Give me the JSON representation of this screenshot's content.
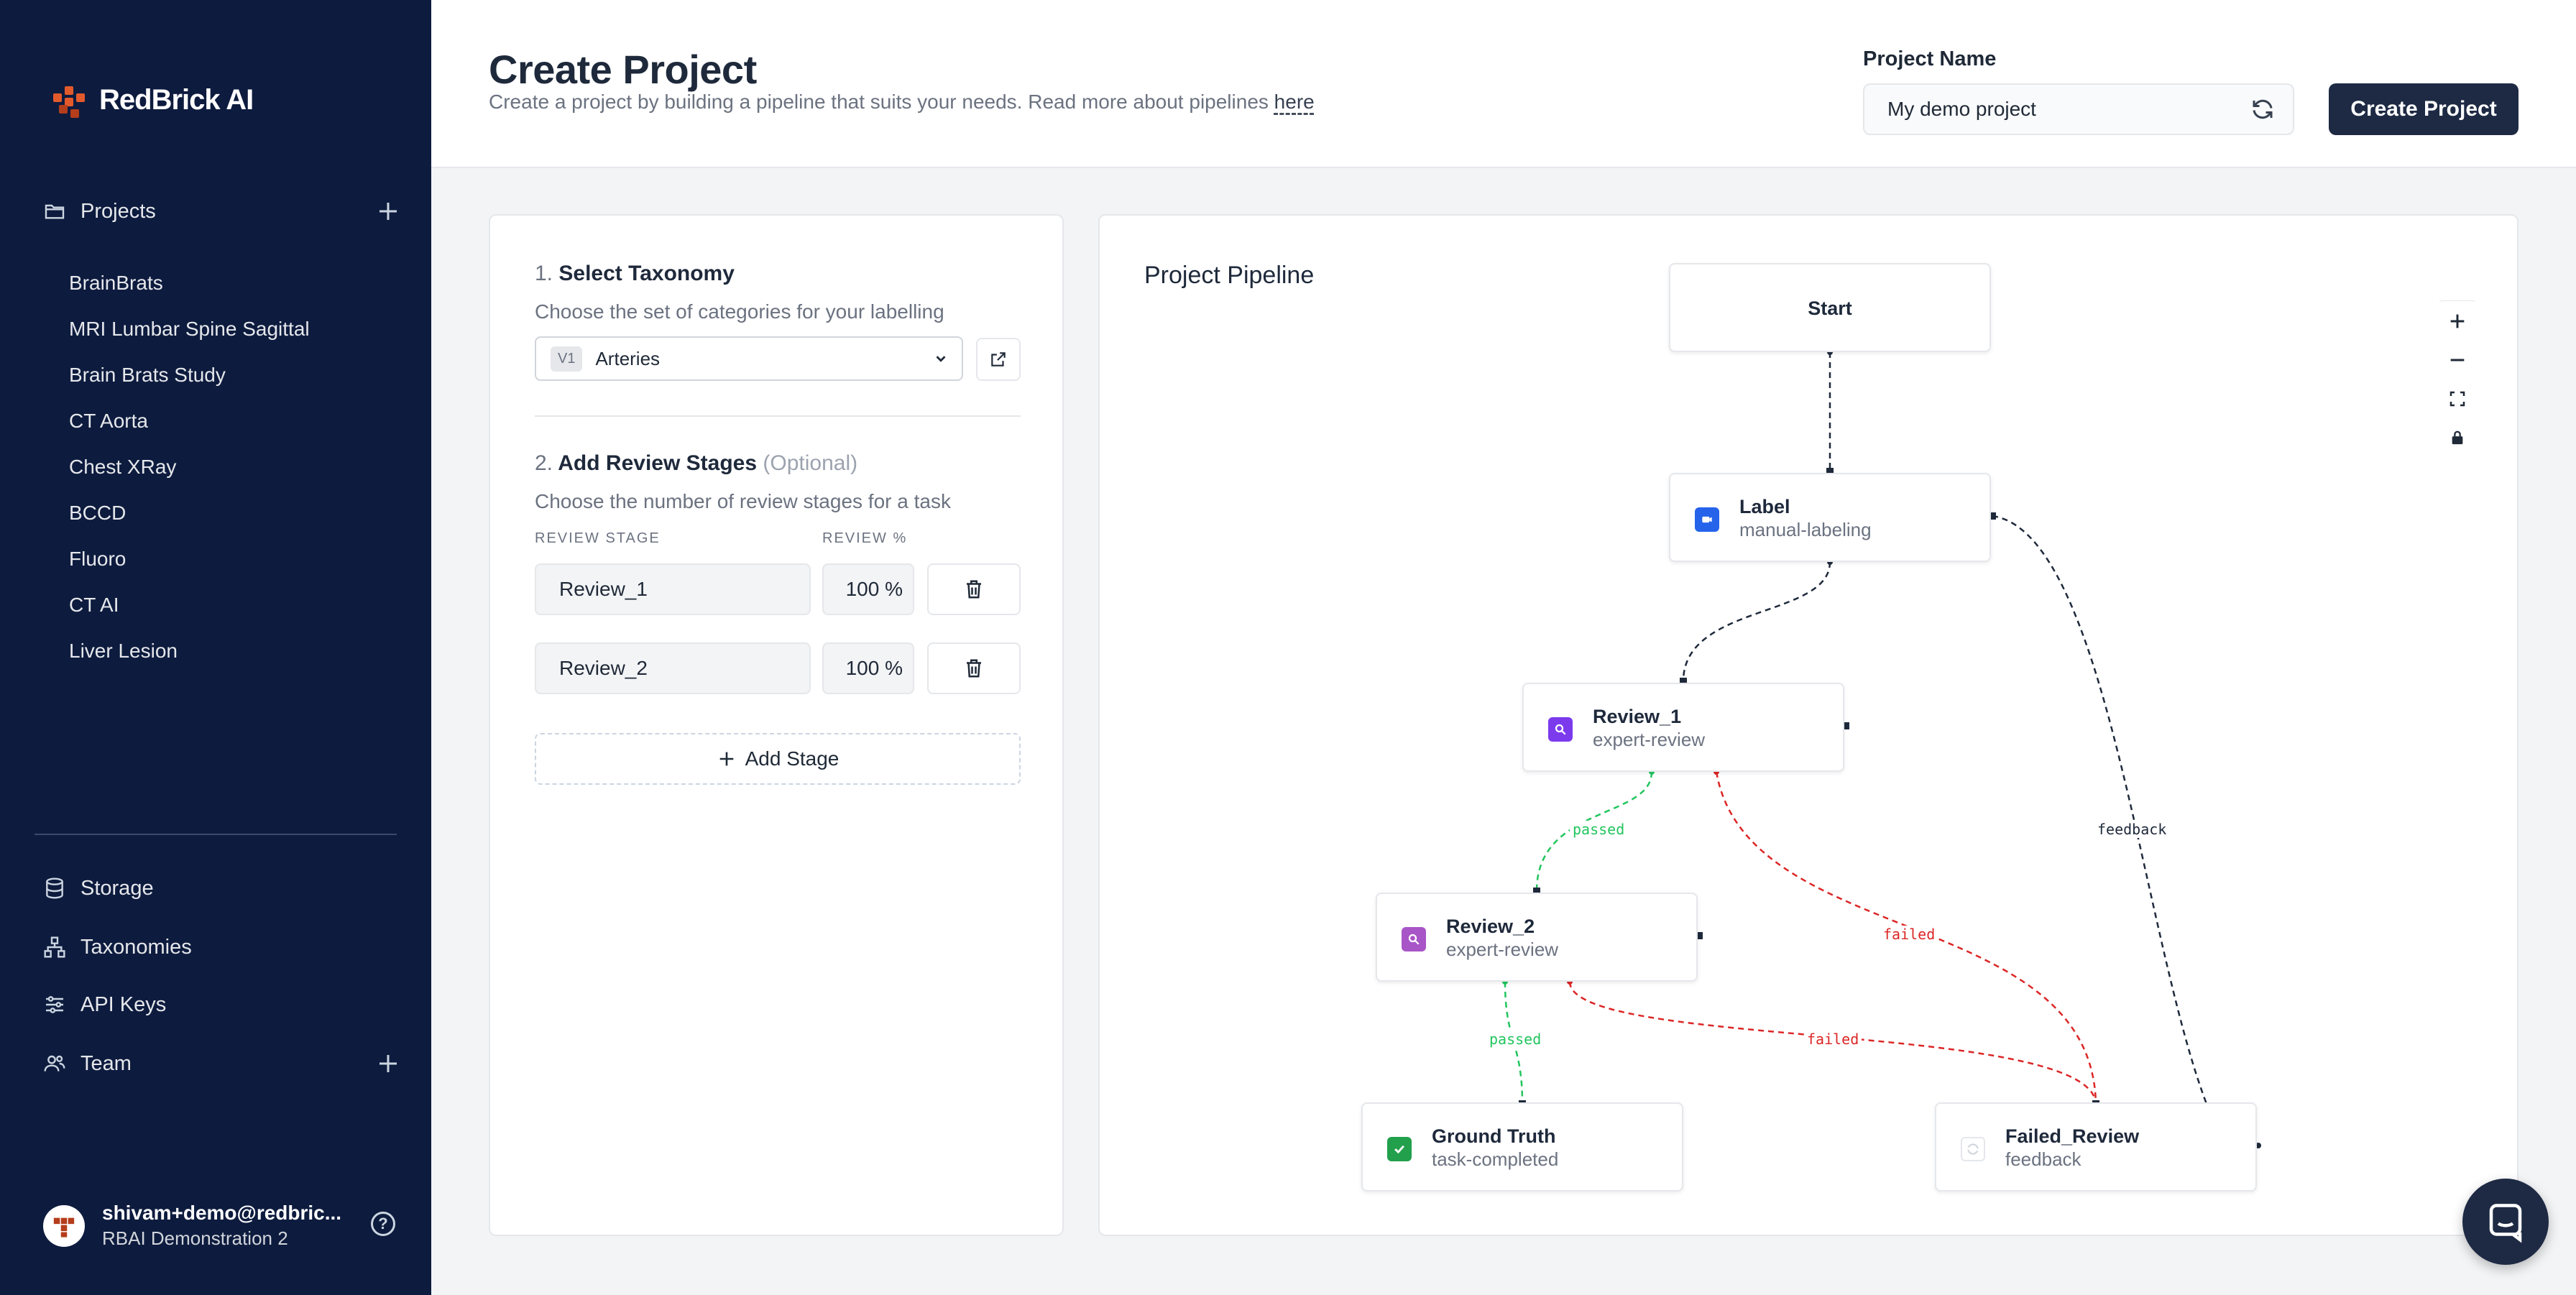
{
  "sidebar": {
    "brand": "RedBrick AI",
    "nav": {
      "projects": "Projects",
      "storage": "Storage",
      "taxonomies": "Taxonomies",
      "api_keys": "API Keys",
      "team": "Team"
    },
    "projects": [
      "BrainBrats",
      "MRI Lumbar Spine Sagittal",
      "Brain Brats Study",
      "CT Aorta",
      "Chest XRay",
      "BCCD",
      "Fluoro",
      "CT AI",
      "Liver Lesion"
    ],
    "user": {
      "name": "shivam+demo@redbric...",
      "org": "RBAI Demonstration 2",
      "help": "?"
    }
  },
  "header": {
    "title": "Create Project",
    "subtitle": "Create a project by building a pipeline that suits your needs. Read more about pipelines ",
    "subtitle_link": "here",
    "project_name_label": "Project Name",
    "project_name_value": "My demo project",
    "create_button": "Create Project"
  },
  "config": {
    "step1": {
      "num": "1.",
      "title": "Select Taxonomy",
      "desc": "Choose the set of categories for your labelling",
      "version": "V1",
      "taxonomy": "Arteries"
    },
    "step2": {
      "num": "2.",
      "title": "Add Review Stages",
      "optional": "(Optional)",
      "desc": "Choose the number of review stages for a task",
      "col_stage": "REVIEW STAGE",
      "col_pct": "REVIEW %"
    },
    "stages": [
      {
        "name": "Review_1",
        "pct": "100 %"
      },
      {
        "name": "Review_2",
        "pct": "100 %"
      }
    ],
    "add_stage": "Add Stage"
  },
  "pipeline": {
    "title": "Project Pipeline",
    "nodes": {
      "start": {
        "title": "Start"
      },
      "label": {
        "title": "Label",
        "sub": "manual-labeling"
      },
      "review1": {
        "title": "Review_1",
        "sub": "expert-review"
      },
      "review2": {
        "title": "Review_2",
        "sub": "expert-review"
      },
      "ground_truth": {
        "title": "Ground Truth",
        "sub": "task-completed"
      },
      "failed_review": {
        "title": "Failed_Review",
        "sub": "feedback"
      }
    },
    "edge_labels": {
      "passed1": "passed",
      "passed2": "passed",
      "failed1": "failed",
      "failed2": "failed",
      "feedback": "feedback"
    },
    "colors": {
      "passed": "#22c55e",
      "failed": "#dc2626",
      "default": "#1e293b"
    }
  }
}
